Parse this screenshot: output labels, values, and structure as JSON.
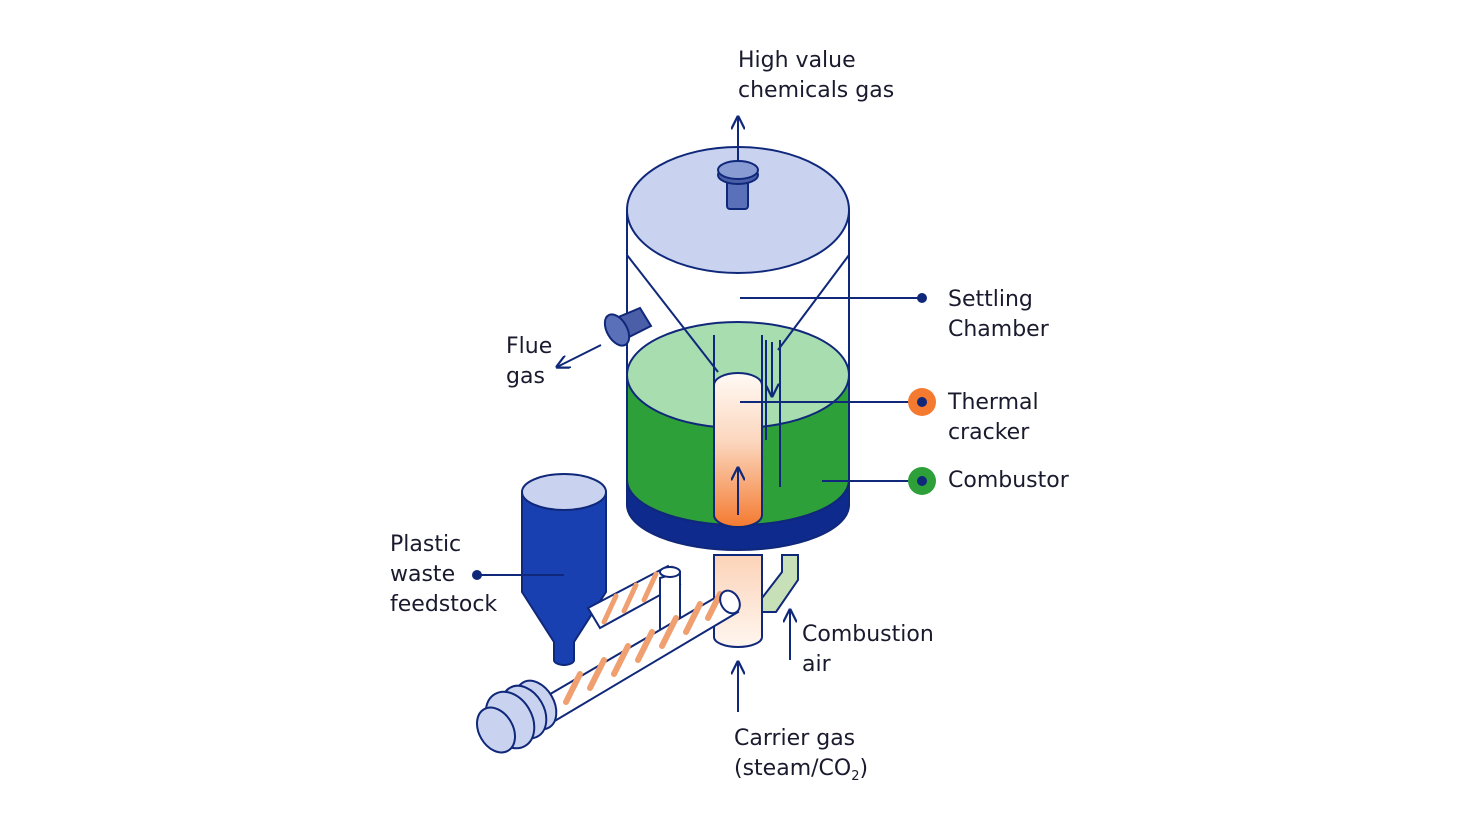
{
  "labels": {
    "high_value": [
      "High value",
      "chemicals gas"
    ],
    "settling": [
      "Settling",
      "Chamber"
    ],
    "flue": [
      "Flue",
      "gas"
    ],
    "thermal": [
      "Thermal",
      "cracker"
    ],
    "combustor": "Combustor",
    "plastic": [
      "Plastic",
      "waste",
      "feedstock"
    ],
    "combustion_air": [
      "Combustion",
      "air"
    ],
    "carrier": {
      "line1": "Carrier gas",
      "line2_pre": "(steam/CO",
      "line2_sub": "2",
      "line2_post": ")"
    }
  },
  "colors": {
    "outline": "#10287a",
    "lid": "#c9d3f0",
    "settling_fill": "#ffffff",
    "combustor": "#2ea03a",
    "combustor_top": "#a8ddb0",
    "base_band": "#0d2a8c",
    "thermal_gradient": [
      "#fff8f2",
      "#f47a30"
    ],
    "marker_thermal": "#f47a30",
    "marker_combustor": "#2ea03a",
    "hopper": "#1940b0",
    "screw_stripe": "#f0a070"
  }
}
